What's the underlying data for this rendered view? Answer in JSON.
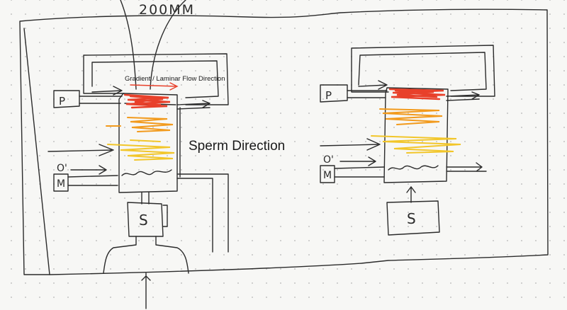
{
  "canvas": {
    "background": "#f7f7f5",
    "ink": "#2b2b2b"
  },
  "colors": {
    "red": "#e8402a",
    "orange": "#f29a1c",
    "yellow": "#f2c62a",
    "arrow_red": "#e8402a"
  },
  "labels": {
    "top_note": "200MM",
    "flow_direction": "Gradient / Laminar Flow Direction",
    "sperm_direction": "Sperm Direction",
    "left_p": "P",
    "left_o": "O'",
    "left_m": "M",
    "left_s": "S",
    "right_p": "P",
    "right_o": "O'",
    "right_m": "M",
    "right_s": "S"
  }
}
